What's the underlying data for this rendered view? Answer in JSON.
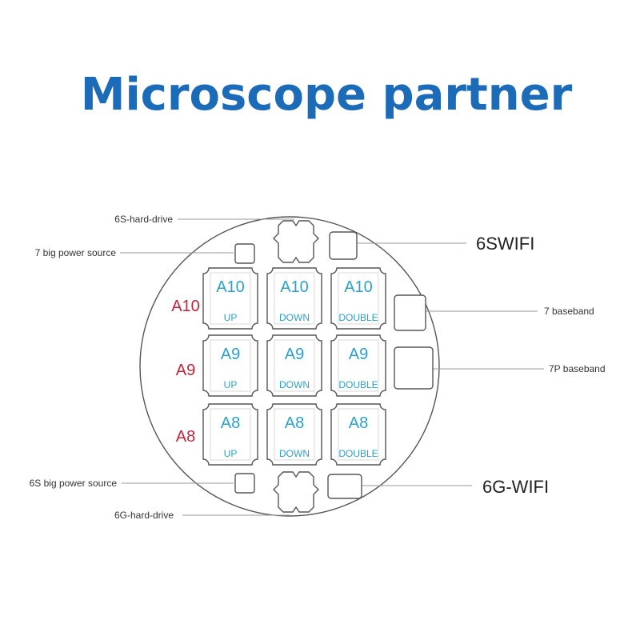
{
  "title": "Microscope partner",
  "colors": {
    "title": "#1b6bb8",
    "chip_text": "#2aa3c9",
    "row_label": "#c0253a",
    "outline": "#555555",
    "leader": "#999999"
  },
  "rows": [
    {
      "label": "A10",
      "cells": [
        {
          "name": "A10",
          "sub": "UP"
        },
        {
          "name": "A10",
          "sub": "DOWN"
        },
        {
          "name": "A10",
          "sub": "DOUBLE"
        }
      ]
    },
    {
      "label": "A9",
      "cells": [
        {
          "name": "A9",
          "sub": "UP"
        },
        {
          "name": "A9",
          "sub": "DOWN"
        },
        {
          "name": "A9",
          "sub": "DOUBLE"
        }
      ]
    },
    {
      "label": "A8",
      "cells": [
        {
          "name": "A8",
          "sub": "UP"
        },
        {
          "name": "A8",
          "sub": "DOWN"
        },
        {
          "name": "A8",
          "sub": "DOUBLE"
        }
      ]
    }
  ],
  "callouts": {
    "hard_drive_6s": "6S-hard-drive",
    "big_power_7": "7 big power source",
    "wifi_6s": "6SWIFI",
    "baseband_7": "7 baseband",
    "baseband_7p": "7P baseband",
    "big_power_6s": "6S big power source",
    "hard_drive_6g": "6G-hard-drive",
    "wifi_6g": "6G-WIFI"
  }
}
